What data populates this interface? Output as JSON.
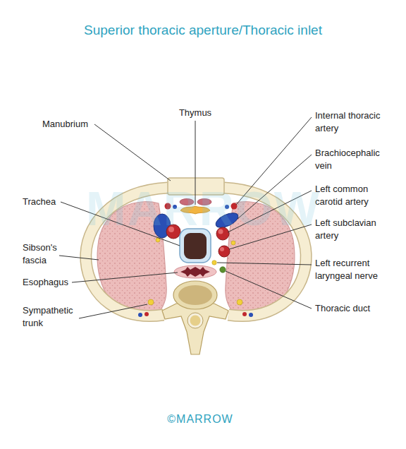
{
  "diagram": {
    "title": "Superior thoracic aperture/Thoracic inlet",
    "labels": [
      "Manubrium",
      "Thymus",
      "Internal thoracic artery",
      "Brachiocephalic vein",
      "Left common carotid artery",
      "Left subclavian artery",
      "Left recurrent laryngeal nerve",
      "Thoracic duct",
      "Trachea",
      "Sibson's fascia",
      "Esophagus",
      "Sympathetic trunk",
      "MARROW",
      "©MARROW"
    ]
  }
}
